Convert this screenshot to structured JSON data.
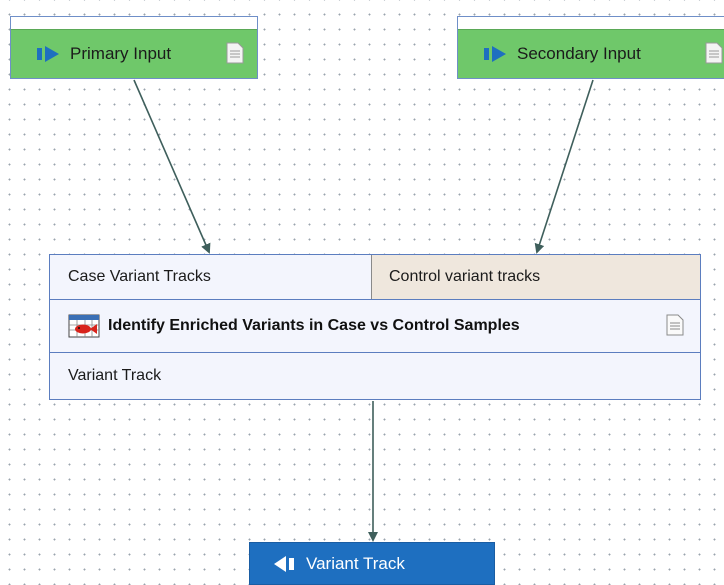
{
  "inputs": [
    {
      "label": "Primary Input"
    },
    {
      "label": "Secondary Input"
    }
  ],
  "tool": {
    "title": "Identify Enriched Variants in Case vs Control Samples",
    "input_ports": [
      "Case Variant Tracks",
      "Control variant tracks"
    ],
    "output_port": "Variant Track"
  },
  "output": {
    "label": "Variant Track"
  },
  "colors": {
    "input_node": "#6fc86a",
    "output_node": "#1e6fc0",
    "edge": "#3f5f5c",
    "control_port_bg": "#efe7dd"
  }
}
